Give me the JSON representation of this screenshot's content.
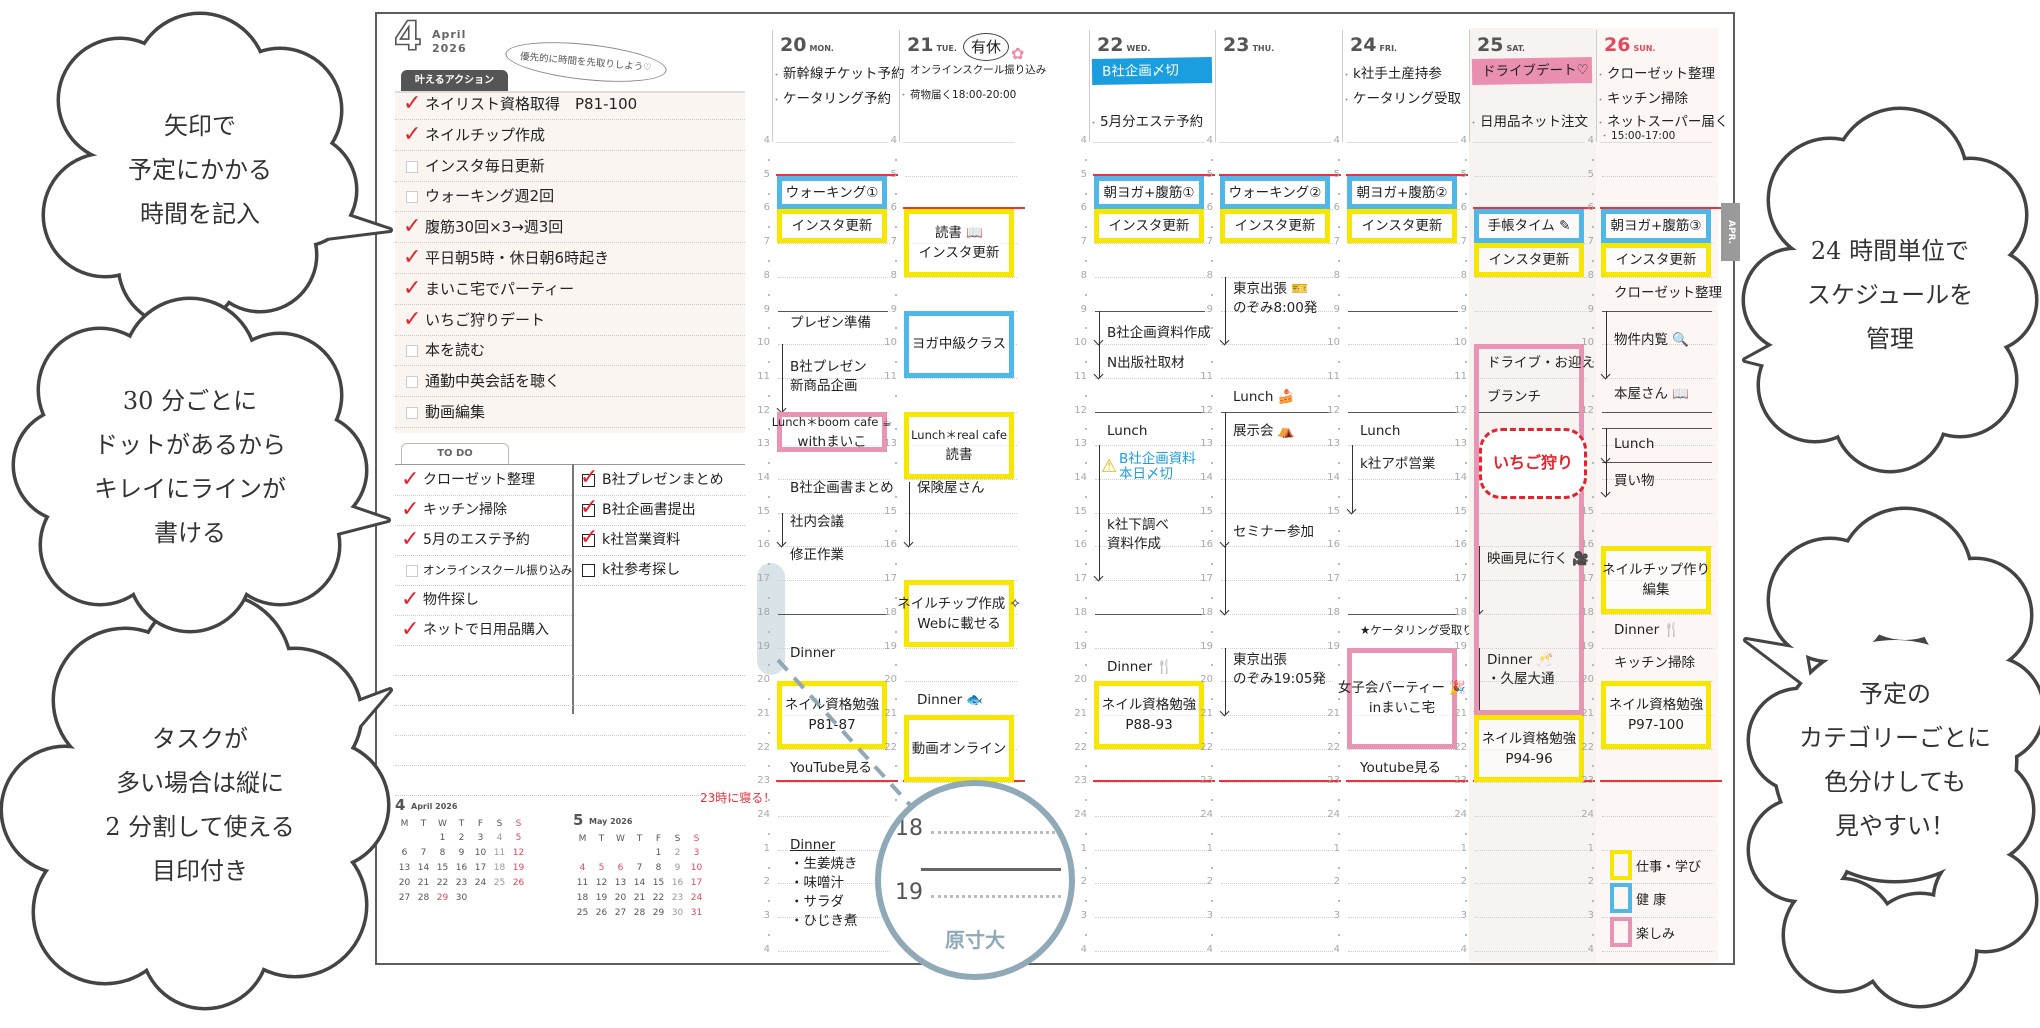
{
  "colors": {
    "work": "#f7e600",
    "health": "#4fb8e8",
    "fun": "#e994b4",
    "red": "#e8343c",
    "accent_dark": "#555555",
    "magnifier": "#8fa9b6"
  },
  "header": {
    "month_num": "4",
    "month_en": "April",
    "year": "2026",
    "tip": "優先的に時間を先取りしよう♡"
  },
  "actions": {
    "tab": "叶えるアクション",
    "items": [
      {
        "label": "ネイリスト資格取得　P81-100",
        "checked": true
      },
      {
        "label": "ネイルチップ作成",
        "checked": true
      },
      {
        "label": "インスタ毎日更新",
        "checked": false
      },
      {
        "label": "ウォーキング週2回",
        "checked": false
      },
      {
        "label": "腹筋30回×3→週3回",
        "checked": true
      },
      {
        "label": "平日朝5時・休日朝6時起き",
        "checked": true
      },
      {
        "label": "まいこ宅でパーティー",
        "checked": true
      },
      {
        "label": "いちご狩りデート",
        "checked": true
      },
      {
        "label": "本を読む",
        "checked": false
      },
      {
        "label": "通勤中英会話を聴く",
        "checked": false
      },
      {
        "label": "動画編集",
        "checked": false
      }
    ]
  },
  "todo": {
    "tab": "TO DO",
    "left": [
      {
        "label": "クローゼット整理",
        "checked": true
      },
      {
        "label": "キッチン掃除",
        "checked": true
      },
      {
        "label": "5月のエステ予約",
        "checked": true
      },
      {
        "label": "オンラインスクール振り込み",
        "checked": false
      },
      {
        "label": "物件探し",
        "checked": true
      },
      {
        "label": "ネットで日用品購入",
        "checked": true
      }
    ],
    "right": [
      {
        "label": "B社プレゼンまとめ",
        "checked": true
      },
      {
        "label": "B社企画書提出",
        "checked": true
      },
      {
        "label": "k社営業資料",
        "checked": true
      },
      {
        "label": "k社参考探し",
        "checked": false
      }
    ]
  },
  "mini_calendars": [
    {
      "num": "4",
      "title": "April 2026",
      "dow": [
        "M",
        "T",
        "W",
        "T",
        "F",
        "S",
        "S"
      ],
      "weeks": [
        [
          "",
          "",
          "1",
          "2",
          "3",
          "4",
          "5"
        ],
        [
          "6",
          "7",
          "8",
          "9",
          "10",
          "11",
          "12"
        ],
        [
          "13",
          "14",
          "15",
          "16",
          "17",
          "18",
          "19"
        ],
        [
          "20",
          "21",
          "22",
          "23",
          "24",
          "25",
          "26"
        ],
        [
          "27",
          "28",
          "29",
          "30",
          "",
          "",
          ""
        ]
      ],
      "red_days": [
        "29"
      ]
    },
    {
      "num": "5",
      "title": "May 2026",
      "dow": [
        "M",
        "T",
        "W",
        "T",
        "F",
        "S",
        "S"
      ],
      "weeks": [
        [
          "",
          "",
          "",
          "",
          "1",
          "2",
          "3"
        ],
        [
          "4",
          "5",
          "6",
          "7",
          "8",
          "9",
          "10"
        ],
        [
          "11",
          "12",
          "13",
          "14",
          "15",
          "16",
          "17"
        ],
        [
          "18",
          "19",
          "20",
          "21",
          "22",
          "23",
          "24"
        ],
        [
          "25",
          "26",
          "27",
          "28",
          "29",
          "30",
          "31"
        ]
      ],
      "red_days": [
        "3",
        "4",
        "5",
        "6"
      ]
    }
  ],
  "week": {
    "side_tab": "APR.",
    "sleep_note": "23時に寝る！",
    "days": [
      {
        "num": "20",
        "dow": "MON.",
        "notes": [
          "新幹線チケット予約",
          "ケータリング予約"
        ],
        "red": [
          5,
          23
        ],
        "lines": [
          9,
          18
        ],
        "arrows": [
          [
            10,
            12
          ],
          [
            15,
            16
          ]
        ],
        "events": [
          {
            "c": "health",
            "s": 5,
            "e": 6,
            "t": [
              "ウォーキング①"
            ]
          },
          {
            "c": "work",
            "s": 6,
            "e": 7,
            "t": [
              "インスタ更新"
            ]
          },
          {
            "s": 9.1,
            "t": [
              "プレゼン準備"
            ]
          },
          {
            "s": 10.4,
            "t": [
              "B社プレゼン",
              "新商品企画"
            ]
          },
          {
            "c": "fun",
            "s": 12,
            "e": 13.2,
            "t": [
              "Lunch＊boom cafe",
              "withまいこ"
            ],
            "icon": "coffee-cup"
          },
          {
            "s": 14,
            "t": [
              "B社企画書まとめ"
            ]
          },
          {
            "s": 15,
            "t": [
              "社内会議"
            ]
          },
          {
            "s": 16,
            "t": [
              "修正作業"
            ]
          },
          {
            "s": 18.9,
            "t": [
              "Dinner"
            ]
          },
          {
            "c": "work",
            "s": 20,
            "e": 22,
            "t": [
              "ネイル資格勉強",
              "P81-87"
            ]
          },
          {
            "s": 22.3,
            "t": [
              "YouTube見る"
            ]
          },
          {
            "s": 24.6,
            "t": [
              "Dinner",
              "・生姜焼き",
              "・味噌汁",
              "・サラダ",
              "・ひじき煮"
            ]
          }
        ]
      },
      {
        "num": "21",
        "dow": "TUE.",
        "holiday": "有休",
        "notes": [
          "オンラインスクール振り込み",
          "荷物届く18:00-20:00"
        ],
        "red": [
          6,
          23
        ],
        "lines": [],
        "arrows": [
          [
            14.1,
            16
          ]
        ],
        "events": [
          {
            "c": "work",
            "s": 6,
            "e": 8,
            "t": [
              "読書",
              "インスタ更新"
            ],
            "icon": "book"
          },
          {
            "c": "health",
            "s": 9,
            "e": 11,
            "t": [
              "ヨガ中級クラス"
            ]
          },
          {
            "c": "work",
            "s": 12,
            "e": 14,
            "t": [
              "Lunch＊real cafe",
              "読書"
            ]
          },
          {
            "s": 14,
            "t": [
              "保険屋さん"
            ]
          },
          {
            "c": "work",
            "s": 17,
            "e": 19,
            "t": [
              "ネイルチップ作成",
              "Webに載せる"
            ],
            "icon": "sparkle"
          },
          {
            "s": 20.3,
            "t": [
              "Dinner"
            ],
            "icon": "fish"
          },
          {
            "c": "work",
            "s": 21,
            "e": 23,
            "t": [
              "動画オンライン"
            ]
          }
        ]
      },
      {
        "num": "22",
        "dow": "WED.",
        "tape": {
          "text": "B社企画〆切",
          "color": "#1a9ee0"
        },
        "notes": [
          "5月分エステ予約"
        ],
        "red": [
          5,
          23
        ],
        "lines": [
          9,
          12,
          18
        ],
        "arrows": [
          [
            9,
            10
          ],
          [
            10,
            11
          ],
          [
            13,
            17
          ]
        ],
        "events": [
          {
            "c": "health",
            "s": 5,
            "e": 6,
            "t": [
              "朝ヨガ+腹筋①"
            ]
          },
          {
            "c": "work",
            "s": 6,
            "e": 7,
            "t": [
              "インスタ更新"
            ]
          },
          {
            "s": 9.4,
            "t": [
              "B社企画資料作成"
            ]
          },
          {
            "s": 10.3,
            "t": [
              "N出版社取材"
            ]
          },
          {
            "s": 12.3,
            "t": [
              "Lunch"
            ]
          },
          {
            "s": 13.2,
            "t": [
              "B社企画資料",
              "本日〆切"
            ],
            "c2": "alert",
            "icon": "warning"
          },
          {
            "s": 15.1,
            "t": [
              "k社下調べ",
              "資料作成"
            ]
          },
          {
            "s": 19.3,
            "t": [
              "Dinner"
            ],
            "icon": "fork-knife"
          },
          {
            "c": "work",
            "s": 20,
            "e": 22,
            "t": [
              "ネイル資格勉強",
              "P88-93"
            ]
          }
        ]
      },
      {
        "num": "23",
        "dow": "THU.",
        "notes": [],
        "red": [
          5,
          23
        ],
        "lines": [
          12
        ],
        "arrows": [
          [
            8,
            10
          ],
          [
            12,
            18
          ],
          [
            15,
            16
          ],
          [
            19,
            21
          ]
        ],
        "events": [
          {
            "c": "health",
            "s": 5,
            "e": 6,
            "t": [
              "ウォーキング②"
            ]
          },
          {
            "c": "work",
            "s": 6,
            "e": 7,
            "t": [
              "インスタ更新"
            ]
          },
          {
            "s": 8.1,
            "t": [
              "東京出張",
              "のぞみ8:00発"
            ],
            "icon": "ticket"
          },
          {
            "s": 11.3,
            "t": [
              "Lunch"
            ],
            "icon": "cake"
          },
          {
            "s": 12.3,
            "t": [
              "展示会"
            ],
            "icon": "tent"
          },
          {
            "s": 15.3,
            "t": [
              "セミナー参加"
            ]
          },
          {
            "s": 19.1,
            "t": [
              "東京出張",
              "のぞみ19:05発"
            ]
          }
        ]
      },
      {
        "num": "24",
        "dow": "FRI.",
        "notes": [
          "k社手土産持参",
          "ケータリング受取"
        ],
        "red": [
          5,
          23
        ],
        "lines": [
          9,
          12,
          18
        ],
        "arrows": [
          [
            13,
            15
          ]
        ],
        "events": [
          {
            "c": "health",
            "s": 5,
            "e": 6,
            "t": [
              "朝ヨガ+腹筋②"
            ]
          },
          {
            "c": "work",
            "s": 6,
            "e": 7,
            "t": [
              "インスタ更新"
            ]
          },
          {
            "s": 12.3,
            "t": [
              "Lunch"
            ]
          },
          {
            "s": 13.3,
            "t": [
              "k社アポ営業"
            ]
          },
          {
            "s": 18.2,
            "t": [
              "★ケータリング受取り"
            ]
          },
          {
            "c": "fun",
            "s": 19,
            "e": 22,
            "t": [
              "女子会パーティー",
              "inまいこ宅"
            ],
            "icon": "party"
          },
          {
            "s": 22.3,
            "t": [
              "Youtube見る"
            ]
          }
        ]
      },
      {
        "num": "25",
        "dow": "SAT.",
        "tape": {
          "text": "ドライブデート♡",
          "color": "#eb8fb0"
        },
        "notes": [
          "日用品ネット注文"
        ],
        "red": [
          6,
          23
        ],
        "lines": [
          12
        ],
        "arrows": [
          [
            16,
            18
          ],
          [
            19,
            21
          ]
        ],
        "events": [
          {
            "c": "health",
            "s": 6,
            "e": 7,
            "t": [
              "手帳タイム"
            ],
            "icon": "pencil"
          },
          {
            "c": "work",
            "s": 7,
            "e": 8,
            "t": [
              "インスタ更新"
            ]
          },
          {
            "c": "fun",
            "s": 10,
            "e": 21,
            "t": []
          },
          {
            "s": 10.3,
            "t": [
              "ドライブ・お迎え♡"
            ],
            "icon": "car"
          },
          {
            "s": 11.3,
            "t": [
              "ブランチ"
            ]
          },
          {
            "s": 16.1,
            "t": [
              "映画見に行く"
            ],
            "icon": "camera"
          },
          {
            "s": 19.1,
            "t": [
              "Dinner",
              "・久屋大通"
            ],
            "icon": "glasses"
          },
          {
            "c": "work",
            "s": 21,
            "e": 23,
            "t": [
              "ネイル資格勉強",
              "P94-96"
            ]
          }
        ],
        "badge": {
          "text": "いちご狩り",
          "s": 12.5,
          "e": 14.6
        }
      },
      {
        "num": "26",
        "dow": "SUN.",
        "sunday": true,
        "notes": [
          "クローゼット整理",
          "キッチン掃除",
          "ネットスーパー届く",
          "15:00-17:00"
        ],
        "red": [
          6,
          23
        ],
        "lines": [
          9,
          12,
          12.5,
          13.5
        ],
        "arrows": [
          [
            9,
            11
          ],
          [
            12.5,
            13.5
          ],
          [
            13.5,
            14.5
          ]
        ],
        "events": [
          {
            "c": "health",
            "s": 6,
            "e": 7,
            "t": [
              "朝ヨガ+腹筋③"
            ]
          },
          {
            "c": "work",
            "s": 7,
            "e": 8,
            "t": [
              "インスタ更新"
            ]
          },
          {
            "s": 8.2,
            "t": [
              "クローゼット整理"
            ]
          },
          {
            "s": 9.6,
            "t": [
              "物件内覧"
            ],
            "icon": "search"
          },
          {
            "s": 11.2,
            "t": [
              "本屋さん"
            ],
            "icon": "book"
          },
          {
            "s": 12.7,
            "t": [
              "Lunch"
            ]
          },
          {
            "s": 13.8,
            "t": [
              "買い物"
            ]
          },
          {
            "c": "work",
            "s": 16,
            "e": 18,
            "t": [
              "ネイルチップ作り",
              "編集"
            ]
          },
          {
            "s": 18.2,
            "t": [
              "Dinner"
            ],
            "icon": "fork-knife"
          },
          {
            "s": 19.2,
            "t": [
              "キッチン掃除"
            ]
          },
          {
            "c": "work",
            "s": 20,
            "e": 22,
            "t": [
              "ネイル資格勉強",
              "P97-100"
            ]
          }
        ],
        "legend": [
          {
            "c": "work",
            "label": "仕事・学び"
          },
          {
            "c": "health",
            "label": "健 康"
          },
          {
            "c": "fun",
            "label": "楽しみ"
          }
        ]
      }
    ]
  },
  "magnifier": {
    "hour_a": "18",
    "hour_b": "19",
    "label": "原寸大"
  },
  "callouts": [
    {
      "lines": [
        "矢印で",
        "予定にかかる",
        "時間を記入"
      ]
    },
    {
      "lines": [
        "24 時間単位で",
        "スケジュールを",
        "管理"
      ]
    },
    {
      "lines": [
        "タスクが",
        "多い場合は縦に",
        "2 分割して使える",
        "目印付き"
      ]
    },
    {
      "lines": [
        "30 分ごとに",
        "ドットがあるから",
        "キレイにラインが",
        "書ける"
      ]
    },
    {
      "lines": [
        "予定の",
        "カテゴリーごとに",
        "色分けしても",
        "見やすい！"
      ]
    }
  ]
}
